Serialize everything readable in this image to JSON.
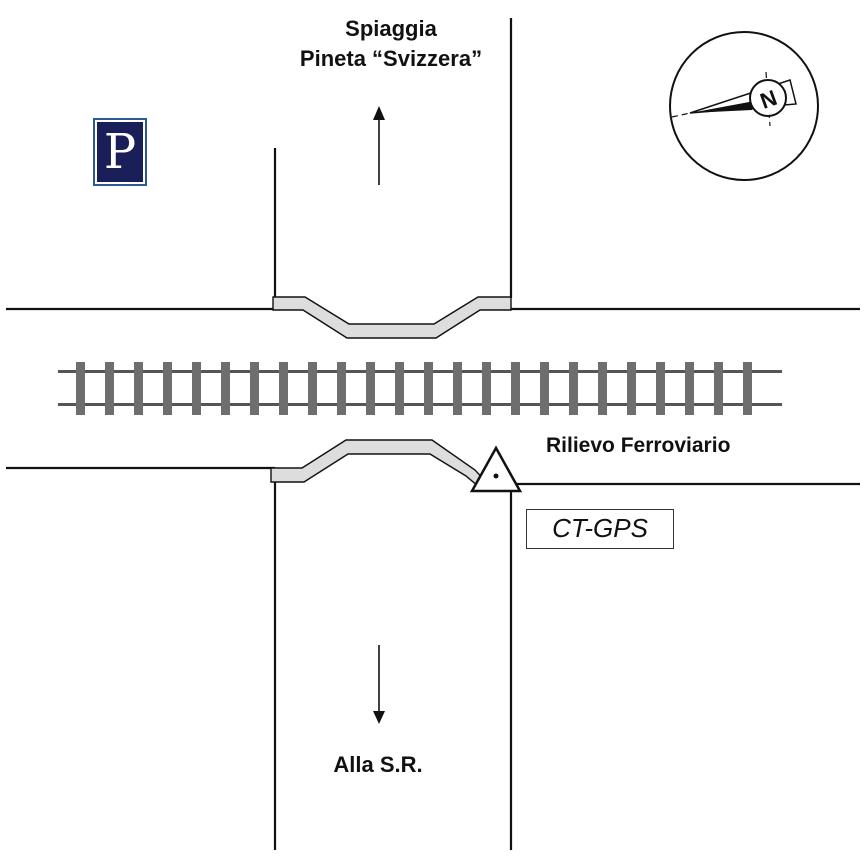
{
  "labels": {
    "destination_north_line1": "Spiaggia",
    "destination_north_line2": "Pineta “Svizzera”",
    "destination_south": "Alla S.R.",
    "railway_survey": "Rilievo Ferroviario",
    "station_code": "CT-GPS"
  },
  "parking": {
    "letter": "P",
    "color": "#1a1f5a"
  },
  "compass": {
    "letter": "N"
  },
  "colors": {
    "road_line": "#111111",
    "sidewalk_fill": "#dddddd",
    "rail": "#555555",
    "sleeper": "#6e6e6e"
  },
  "icons": [
    "parking-sign-icon",
    "compass-icon",
    "arrow-up-icon",
    "arrow-down-icon",
    "gps-station-triangle-icon"
  ]
}
